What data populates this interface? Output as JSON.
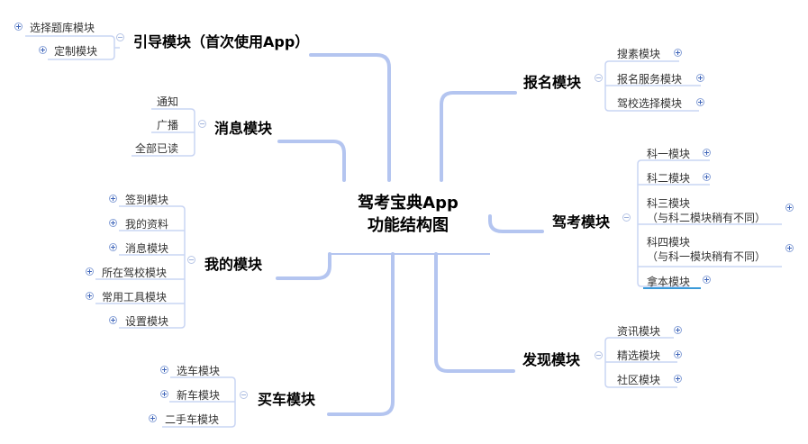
{
  "root": {
    "line1": "驾考宝典App",
    "line2": "功能结构图"
  },
  "branches": {
    "guide": {
      "label": "引导模块（首次使用App）",
      "children": [
        "选择题库模块",
        "定制模块"
      ]
    },
    "message": {
      "label": "消息模块",
      "children": [
        "通知",
        "广播",
        "全部已读"
      ]
    },
    "mine": {
      "label": "我的模块",
      "children": [
        "签到模块",
        "我的资料",
        "消息模块",
        "所在驾校模块",
        "常用工具模块",
        "设置模块"
      ]
    },
    "buycar": {
      "label": "买车模块",
      "children": [
        "选车模块",
        "新车模块",
        "二手车模块"
      ]
    },
    "signup": {
      "label": "报名模块",
      "children": [
        "搜素模块",
        "报名服务模块",
        "驾校选择模块"
      ]
    },
    "exam": {
      "label": "驾考模块",
      "children": [
        "科一模块",
        "科二模块",
        "科三模块",
        "（与科二模块稍有不同）",
        "科四模块",
        "（与科一模块稍有不同）",
        "拿本模块"
      ]
    },
    "discover": {
      "label": "发现模块",
      "children": [
        "资讯模块",
        "精选模块",
        "社区模块"
      ]
    }
  },
  "colors": {
    "connector": "#b4c5f0",
    "connector_thin": "#c9d5f3",
    "toggle_border": "#8aa3d8",
    "toggle_sign": "#3e64b8",
    "selected_underline": "#3a9ad9"
  }
}
